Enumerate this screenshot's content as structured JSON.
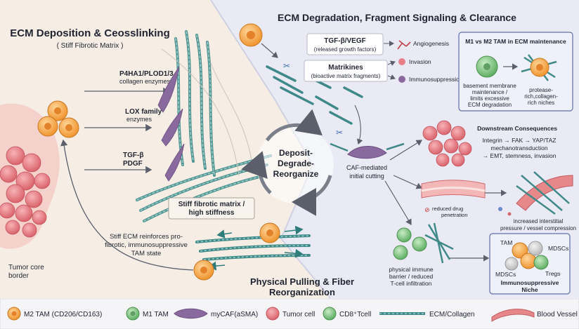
{
  "left": {
    "title": "ECM Deposition & Ceosslinking",
    "subtitle": "( Stiff Fibrotic Matrix )",
    "enzyme1": [
      "P4HA1/PLOD1/3",
      "collagen enzymes"
    ],
    "enzyme2": [
      "LOX family",
      "enzymes"
    ],
    "tgf": [
      "TGF-β",
      "PDGF"
    ],
    "stiff_box": [
      "Stiff fibrotic matrix /",
      "high stiffness"
    ],
    "reinforce": [
      "Stiff ECM reinforces pro-",
      "fibrotic, immunosuppressive",
      "TAM state"
    ],
    "tumor_core": [
      "Tumor core",
      "border"
    ]
  },
  "center": {
    "cycle": [
      "Deposit-",
      "Degrade-",
      "Reorganize"
    ],
    "pulling": [
      "Physical Pulling & Fiber",
      "Reorganization"
    ]
  },
  "right": {
    "title": "ECM Degradation, Fragment Signaling & Clearance",
    "growth_box": [
      "TGF-β/VEGF",
      "(released growth factors)"
    ],
    "matrikine_box": [
      "Matrikines",
      "(bioactive matrix fragments)"
    ],
    "angiogenesis": "Angiogenesis",
    "invasion": "Invasion",
    "immunosuppression": "Immunosuppression",
    "caf_cutting": [
      "CAF-mediated",
      "initial cutting"
    ],
    "m1m2_title": "M1 vs M2 TAM in ECM maintenance",
    "m1_desc": [
      "basement membrane",
      "maintenance /",
      "limits excessive",
      "ECM degradation"
    ],
    "m2_desc": [
      "protease-",
      "rich,collagen-",
      "rich niches"
    ],
    "downstream_title": "Downstream Consequences",
    "downstream_text": [
      "Integrin → FAK → YAP/TAZ",
      "mechanotransduction",
      "→ EMT, stemness, invasion"
    ],
    "drug": [
      "reduced drug",
      "penetration"
    ],
    "pressure": [
      "increased interstitial",
      "pressure / vessel compression"
    ],
    "barrier": [
      "physical immune",
      "barrier / reduced",
      "T-cell infiltration"
    ],
    "niche": {
      "tam": "TAM",
      "mdscs_a": "MDSCs",
      "mdscs_b": "MDSCs",
      "tregs": "Tregs",
      "title": [
        "Immunosuppressive",
        "Niche"
      ]
    }
  },
  "legend": [
    {
      "label": "M2 TAM (CD206/CD163)",
      "icon": "m2-tam-icon"
    },
    {
      "label": "M1 TAM",
      "icon": "m1-tam-icon"
    },
    {
      "label": "myCAF(aSMA)",
      "icon": "mycaf-icon"
    },
    {
      "label": "Tumor cell",
      "icon": "tumor-cell-icon"
    },
    {
      "label": "CD8⁺Tcell",
      "icon": "cd8-tcell-icon"
    },
    {
      "label": "ECM/Collagen",
      "icon": "collagen-icon"
    },
    {
      "label": "Blood Vessel",
      "icon": "blood-vessel-icon"
    }
  ],
  "colors": {
    "left_bg": "#f6eee4",
    "right_bg": "#e8e9f3",
    "m2_tam": "#f6a64a",
    "m1_tam": "#79c27e",
    "mycaf": "#8a6a9e",
    "tumor": "#e67f86",
    "collagen": "#3f8a88",
    "vessel": "#e6878a"
  }
}
